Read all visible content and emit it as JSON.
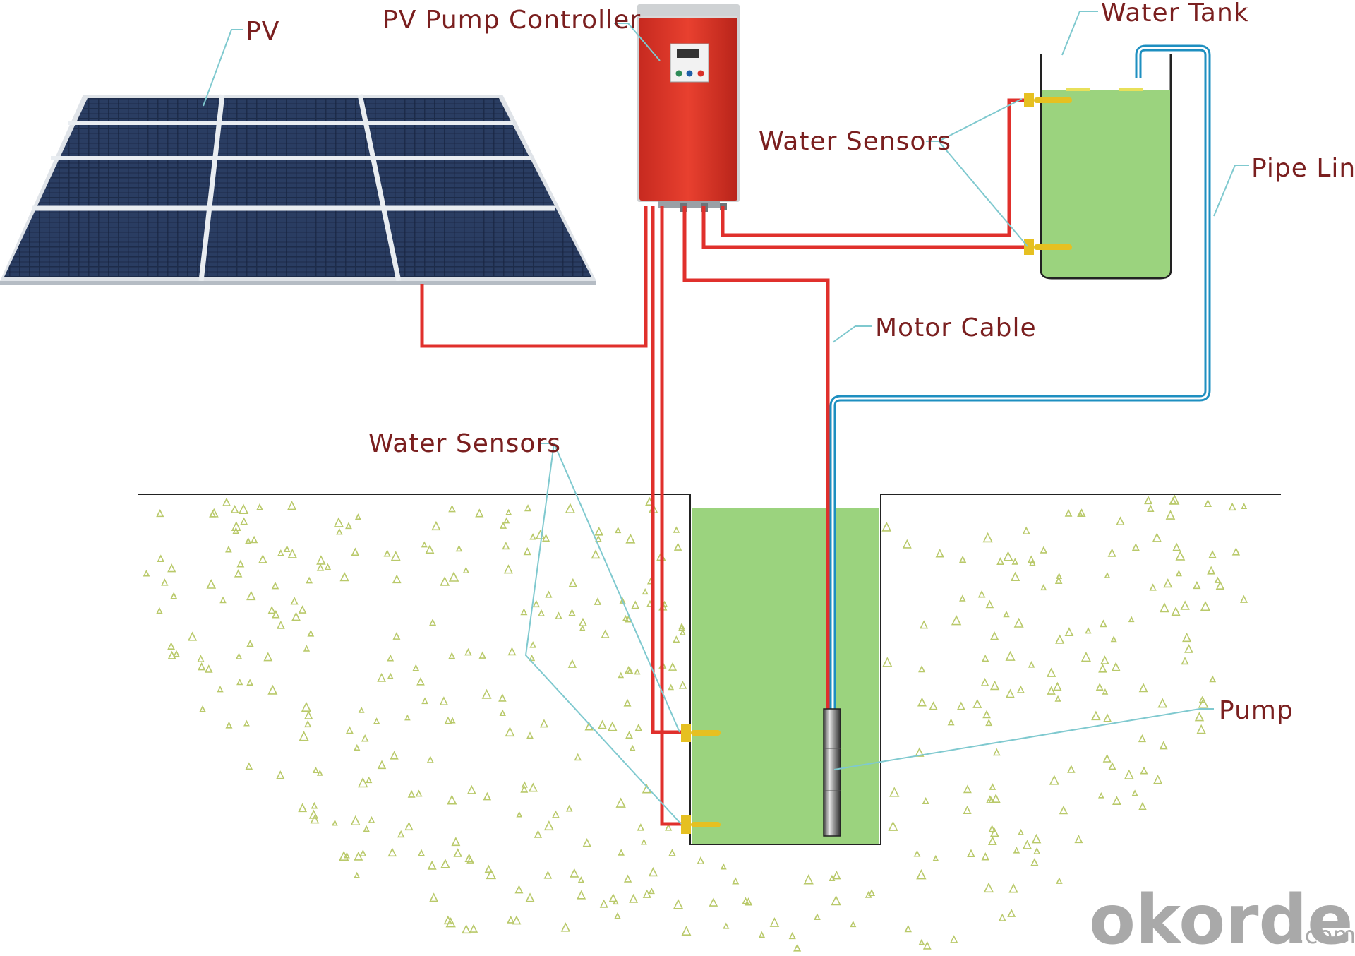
{
  "labels": {
    "pv": "PV",
    "controller": "PV Pump Controller",
    "water_tank": "Water Tank",
    "water_sensors_tank": "Water Sensors",
    "pipe_line": "Pipe Line",
    "motor_cable": "Motor Cable",
    "water_sensors_well": "Water Sensors",
    "pump": "Pump"
  },
  "watermark": {
    "main": "okorder",
    "suffix": ".com"
  },
  "colors": {
    "label_text": "#7a1f1f",
    "wire": "#e0302c",
    "pipe": "#1e8fc0",
    "water": "#9bd37e",
    "controller_body": "#e23a2c",
    "solar_cell": "#1d2c4a",
    "leader_line": "#7fc9cf",
    "soil_dots": "#b9c96a"
  },
  "icons": {
    "solar_panel": "solar-panel-icon",
    "controller": "controller-box-icon",
    "pump": "submersible-pump-icon",
    "sensor": "water-sensor-icon"
  }
}
